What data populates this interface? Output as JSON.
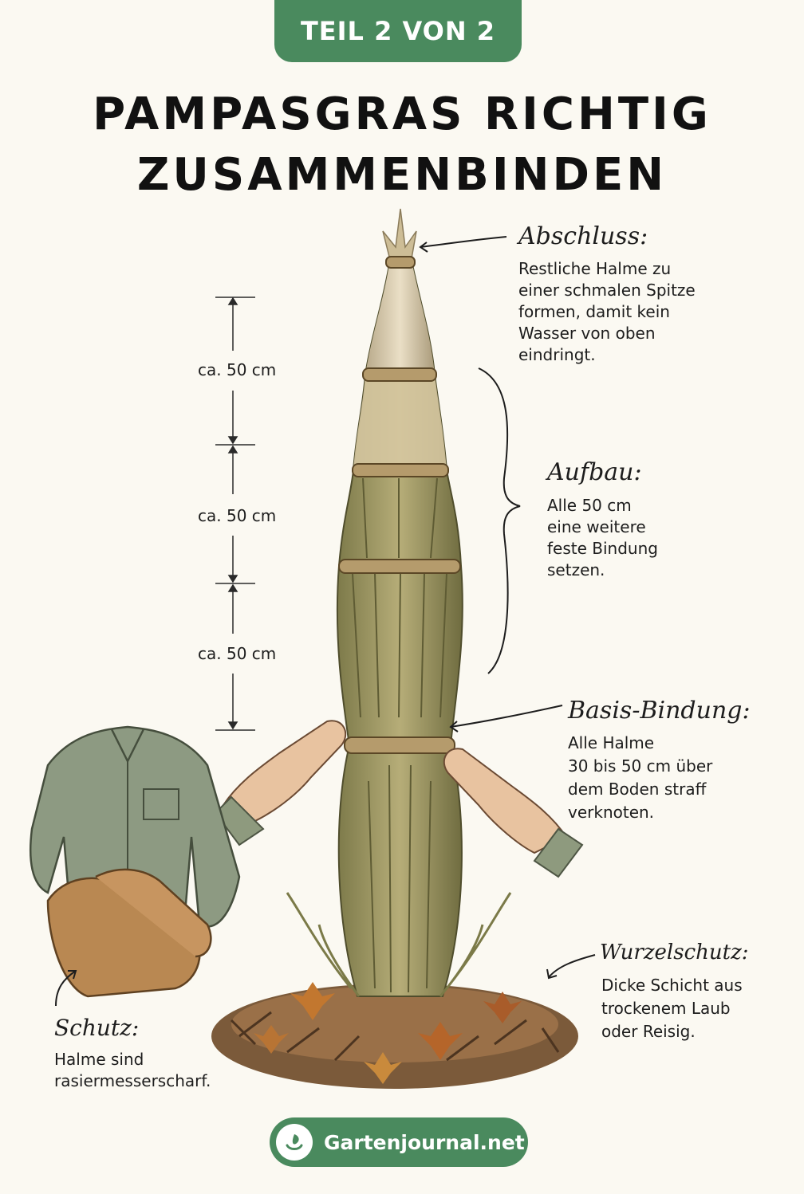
{
  "badge": "TEIL 2 VON 2",
  "title": {
    "line1": "PAMPASGRAS RICHTIG",
    "line2": "ZUSAMMENBINDEN"
  },
  "annotations": {
    "abschluss": {
      "heading": "Abschluss:",
      "text": "Restliche Halme zu\neiner schmalen Spitze\nformen, damit kein\nWasser von oben\neindringt."
    },
    "aufbau": {
      "heading": "Aufbau:",
      "text": "Alle 50 cm\neine weitere\nfeste Bindung\nsetzen."
    },
    "basis": {
      "heading": "Basis-Bindung:",
      "text": "Alle Halme\n30 bis 50 cm über\ndem Boden straff\nverknoten."
    },
    "wurzelschutz": {
      "heading": "Wurzelschutz:",
      "text": "Dicke Schicht aus\ntrockenem Laub\noder Reisig."
    },
    "schutz": {
      "heading": "Schutz:",
      "text": "Halme sind\nrasiermesserscharf."
    }
  },
  "dimensions": [
    "ca. 50 cm",
    "ca. 50 cm",
    "ca. 50 cm"
  ],
  "footer": {
    "site": "Gartenjournal.net",
    "logo_icon": "leaf-hand-icon"
  },
  "colors": {
    "accent": "#4a8a5e",
    "background": "#fbf9f2"
  }
}
